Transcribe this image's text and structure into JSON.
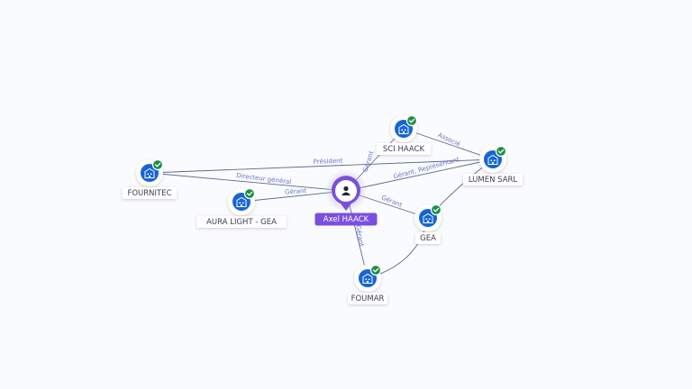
{
  "colors": {
    "edge": "#5c6a8a",
    "edge_label": "#6a74c9",
    "company_badge": "#1565d8",
    "check_badge": "#1e8e4a",
    "person_accent": "#7a4fe0",
    "label_bg": "#ffffff",
    "label_text": "#3b3f4a"
  },
  "person": {
    "name": "Axel HAACK",
    "icon": "person-icon"
  },
  "companies": [
    {
      "key": "sci",
      "name": "SCI HAACK",
      "icon": "building-icon",
      "verified": true
    },
    {
      "key": "lumen",
      "name": "LUMEN SARL",
      "icon": "building-icon",
      "verified": true
    },
    {
      "key": "fournitec",
      "name": "FOURNITEC",
      "icon": "building-icon",
      "verified": true
    },
    {
      "key": "aura",
      "name": "AURA LIGHT - GEA",
      "icon": "building-icon",
      "verified": true
    },
    {
      "key": "gea",
      "name": "GEA",
      "icon": "building-icon",
      "verified": true
    },
    {
      "key": "foumar",
      "name": "FOUMAR",
      "icon": "building-icon",
      "verified": true
    }
  ],
  "relations": [
    {
      "from": "person",
      "to": "sci",
      "label": "Gérant"
    },
    {
      "from": "person",
      "to": "lumen",
      "label": "Gérant, Représentant"
    },
    {
      "from": "person",
      "to": "gea",
      "label": "Gérant"
    },
    {
      "from": "person",
      "to": "foumar",
      "label": "Gérant"
    },
    {
      "from": "person",
      "to": "aura",
      "label": "Gérant"
    },
    {
      "from": "person",
      "to": "fournitec",
      "label": "Directeur général"
    },
    {
      "from": "lumen",
      "to": "fournitec",
      "label": "Président"
    },
    {
      "from": "lumen",
      "to": "sci",
      "label": "Associé"
    },
    {
      "from": "lumen",
      "to": "gea",
      "label": ""
    },
    {
      "from": "gea",
      "to": "foumar",
      "label": ""
    }
  ]
}
